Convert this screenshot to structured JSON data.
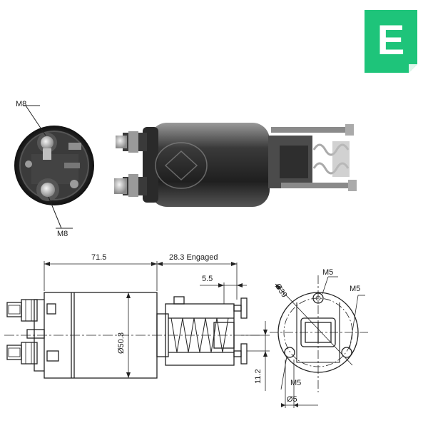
{
  "brand": {
    "logo_letter": "E",
    "logo_color": "#1ec47a",
    "logo_fold_color": "#ffffff"
  },
  "labels": {
    "top_m8": "M8",
    "bottom_m8": "M8",
    "dim_length": "71.5",
    "dim_engaged": "28.3 Engaged",
    "dim_5_5": "5.5",
    "dim_diameter": "Ø50.3",
    "dim_11_2": "11.2",
    "front_d39": "Ø39",
    "front_m5_top": "M5",
    "front_m5_right": "M5",
    "front_m5_bottom": "M5",
    "front_d5": "Ø5"
  },
  "icons": {
    "logo": "e-letter-logo",
    "photo_end_view": "solenoid-end-photo",
    "photo_side_view": "solenoid-side-photo"
  },
  "colors": {
    "line": "#222222",
    "photo_dark": "#2b2b2b",
    "photo_mid": "#7a7a7a"
  }
}
